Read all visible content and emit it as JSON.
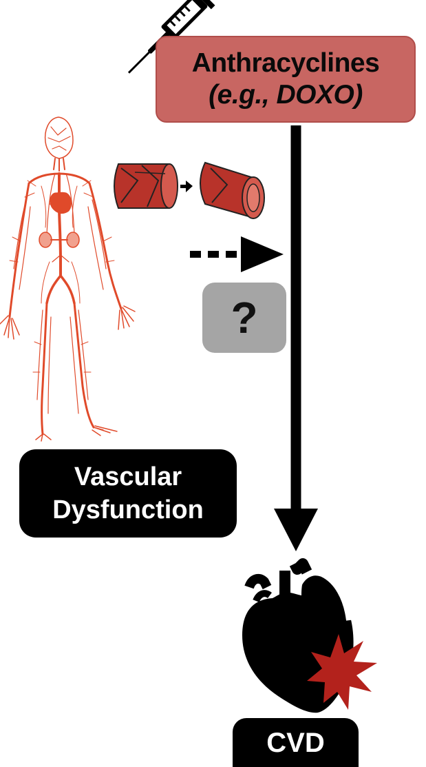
{
  "drug": {
    "title": "Anthracyclines",
    "subtitle": "(e.g., DOXO)"
  },
  "unknown": {
    "label": "?"
  },
  "vascular": {
    "line1": "Vascular",
    "line2": "Dysfunction"
  },
  "outcome": {
    "label": "CVD"
  },
  "colors": {
    "drug_box": "#c86662",
    "vessel": "#e04a2a",
    "tube": "#b8332a",
    "burst": "#b3221c",
    "question_box": "#a5a5a5"
  },
  "icons": [
    "syringe-icon",
    "vascular-system-figure",
    "artery-tube-icon",
    "heart-icon",
    "damage-burst-icon"
  ]
}
